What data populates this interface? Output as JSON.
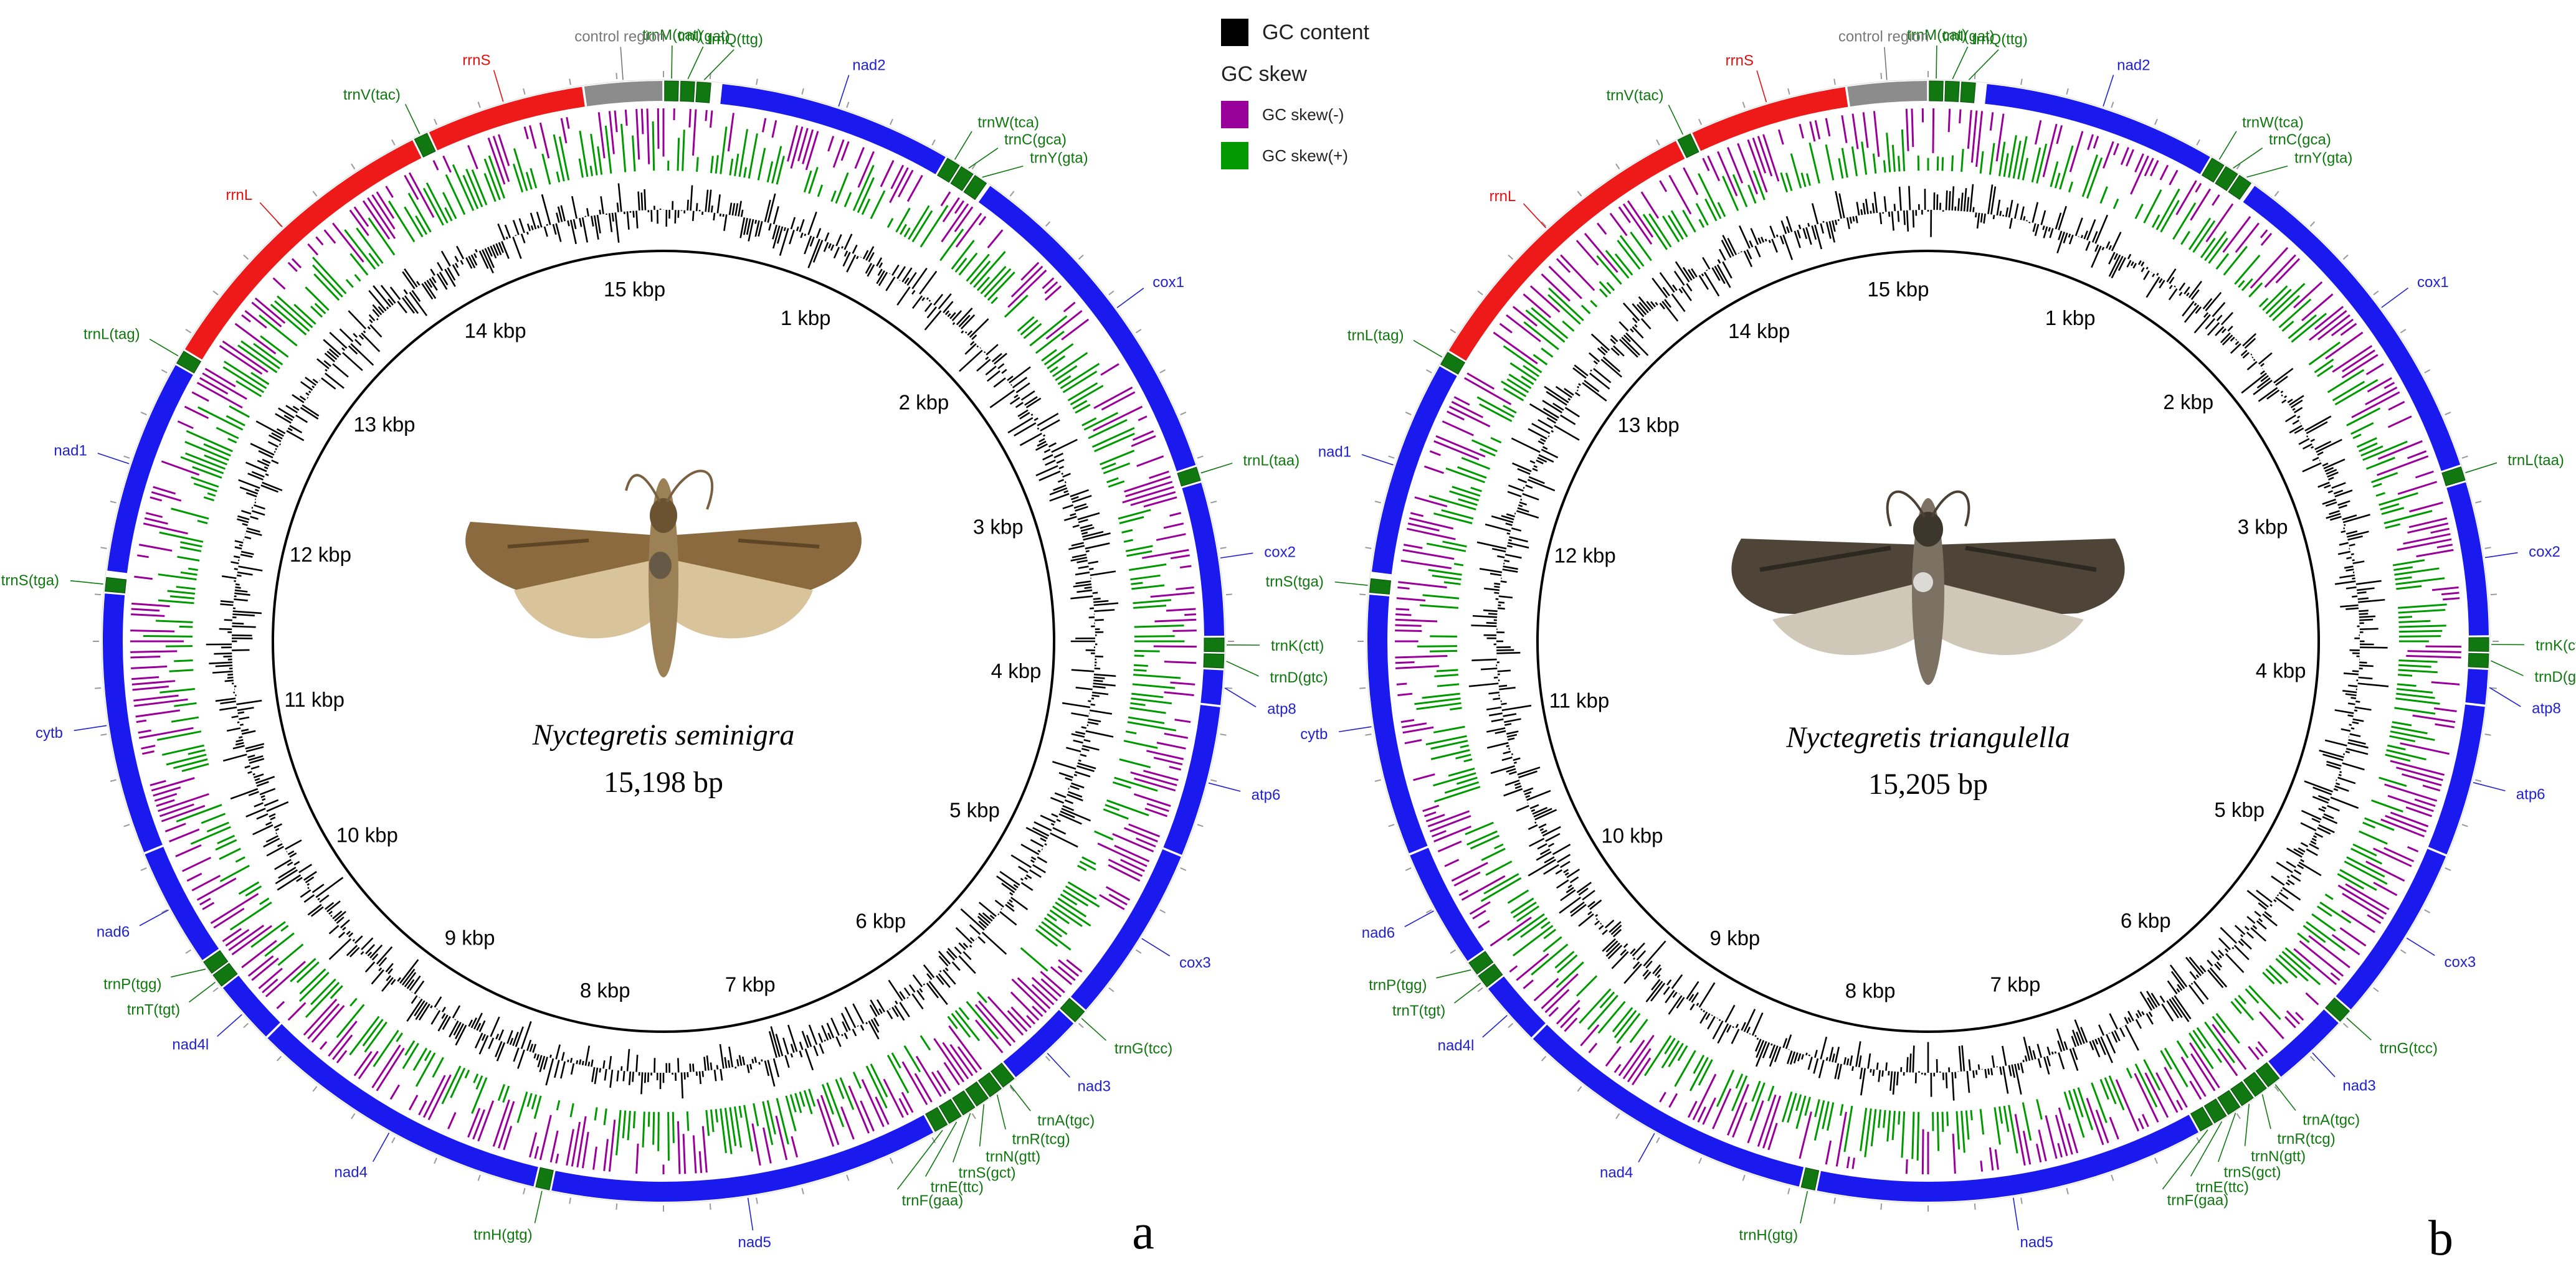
{
  "legend": {
    "gc_content_label": "GC content",
    "gc_skew_title": "GC skew",
    "skew_neg_label": "GC skew(-)",
    "skew_pos_label": "GC skew(+)"
  },
  "colors": {
    "gc_content": "#000000",
    "skew_neg": "#990099",
    "skew_pos": "#009900",
    "pcg": "#1a1aee",
    "rrna": "#ee1a1a",
    "trna": "#117711",
    "control_region": "#8c8c8c",
    "pcg_label": "#2222cc",
    "rrna_label": "#dd1111",
    "trna_label": "#117711",
    "control_label": "#777777"
  },
  "panels": [
    {
      "letter": "a",
      "species": "Nyctegretis seminigra",
      "size_label": "15,198 bp",
      "genome_length": 15198,
      "kbp_ticks": [
        "1 kbp",
        "2 kbp",
        "3 kbp",
        "4 kbp",
        "5 kbp",
        "6 kbp",
        "7 kbp",
        "8 kbp",
        "9 kbp",
        "10 kbp",
        "11 kbp",
        "12 kbp",
        "13 kbp",
        "14 kbp",
        "15 kbp"
      ],
      "features": [
        {
          "name": "trnM(cat)",
          "type": "trna",
          "start": 0,
          "end": 70
        },
        {
          "name": "trnI(gat)",
          "type": "trna",
          "start": 70,
          "end": 140
        },
        {
          "name": "trnQ(ttg)",
          "type": "trna",
          "start": 140,
          "end": 210
        },
        {
          "name": "nad2",
          "type": "pcg",
          "start": 250,
          "end": 1280
        },
        {
          "name": "trnW(tca)",
          "type": "trna",
          "start": 1280,
          "end": 1350
        },
        {
          "name": "trnC(gca)",
          "type": "trna",
          "start": 1350,
          "end": 1420
        },
        {
          "name": "trnY(gta)",
          "type": "trna",
          "start": 1420,
          "end": 1490
        },
        {
          "name": "cox1",
          "type": "pcg",
          "start": 1500,
          "end": 3030
        },
        {
          "name": "trnL(taa)",
          "type": "trna",
          "start": 3030,
          "end": 3100
        },
        {
          "name": "cox2",
          "type": "pcg",
          "start": 3100,
          "end": 3780
        },
        {
          "name": "trnK(ctt)",
          "type": "trna",
          "start": 3780,
          "end": 3850
        },
        {
          "name": "trnD(gtc)",
          "type": "trna",
          "start": 3850,
          "end": 3920
        },
        {
          "name": "atp8",
          "type": "pcg",
          "start": 3920,
          "end": 4080
        },
        {
          "name": "atp6",
          "type": "pcg",
          "start": 4080,
          "end": 4750
        },
        {
          "name": "cox3",
          "type": "pcg",
          "start": 4750,
          "end": 5540
        },
        {
          "name": "trnG(tcc)",
          "type": "trna",
          "start": 5540,
          "end": 5610
        },
        {
          "name": "nad3",
          "type": "pcg",
          "start": 5610,
          "end": 5960
        },
        {
          "name": "trnA(tgc)",
          "type": "trna",
          "start": 5960,
          "end": 6030
        },
        {
          "name": "trnR(tcg)",
          "type": "trna",
          "start": 6030,
          "end": 6100
        },
        {
          "name": "trnN(gtt)",
          "type": "trna",
          "start": 6100,
          "end": 6170
        },
        {
          "name": "trnS(gct)",
          "type": "trna",
          "start": 6170,
          "end": 6240
        },
        {
          "name": "trnE(ttc)",
          "type": "trna",
          "start": 6240,
          "end": 6310
        },
        {
          "name": "trnF(gaa)",
          "type": "trna",
          "start": 6310,
          "end": 6380
        },
        {
          "name": "nad5",
          "type": "pcg",
          "start": 6380,
          "end": 8090
        },
        {
          "name": "trnH(gtg)",
          "type": "trna",
          "start": 8090,
          "end": 8160
        },
        {
          "name": "nad4",
          "type": "pcg",
          "start": 8160,
          "end": 9500
        },
        {
          "name": "nad4l",
          "type": "pcg",
          "start": 9500,
          "end": 9790
        },
        {
          "name": "trnT(tgt)",
          "type": "trna",
          "start": 9790,
          "end": 9860
        },
        {
          "name": "trnP(tgg)",
          "type": "trna",
          "start": 9860,
          "end": 9930
        },
        {
          "name": "nad6",
          "type": "pcg",
          "start": 9930,
          "end": 10460
        },
        {
          "name": "cytb",
          "type": "pcg",
          "start": 10460,
          "end": 11610
        },
        {
          "name": "trnS(tga)",
          "type": "trna",
          "start": 11610,
          "end": 11680
        },
        {
          "name": "nad1",
          "type": "pcg",
          "start": 11700,
          "end": 12650
        },
        {
          "name": "trnL(tag)",
          "type": "trna",
          "start": 12650,
          "end": 12720
        },
        {
          "name": "rrnL",
          "type": "rrna",
          "start": 12720,
          "end": 14080
        },
        {
          "name": "trnV(tac)",
          "type": "trna",
          "start": 14080,
          "end": 14150
        },
        {
          "name": "rrnS",
          "type": "rrna",
          "start": 14150,
          "end": 14850
        },
        {
          "name": "control region",
          "type": "control",
          "start": 14850,
          "end": 15198
        }
      ]
    },
    {
      "letter": "b",
      "species": "Nyctegretis triangulella",
      "size_label": "15,205 bp",
      "genome_length": 15205,
      "kbp_ticks": [
        "1 kbp",
        "2 kbp",
        "3 kbp",
        "4 kbp",
        "5 kbp",
        "6 kbp",
        "7 kbp",
        "8 kbp",
        "9 kbp",
        "10 kbp",
        "11 kbp",
        "12 kbp",
        "13 kbp",
        "14 kbp",
        "15 kbp"
      ],
      "features": [
        {
          "name": "trnM(cat)",
          "type": "trna",
          "start": 0,
          "end": 70
        },
        {
          "name": "trnI(gat)",
          "type": "trna",
          "start": 70,
          "end": 140
        },
        {
          "name": "trnQ(ttg)",
          "type": "trna",
          "start": 140,
          "end": 210
        },
        {
          "name": "nad2",
          "type": "pcg",
          "start": 250,
          "end": 1280
        },
        {
          "name": "trnW(tca)",
          "type": "trna",
          "start": 1280,
          "end": 1350
        },
        {
          "name": "trnC(gca)",
          "type": "trna",
          "start": 1350,
          "end": 1420
        },
        {
          "name": "trnY(gta)",
          "type": "trna",
          "start": 1420,
          "end": 1490
        },
        {
          "name": "cox1",
          "type": "pcg",
          "start": 1500,
          "end": 3030
        },
        {
          "name": "trnL(taa)",
          "type": "trna",
          "start": 3030,
          "end": 3100
        },
        {
          "name": "cox2",
          "type": "pcg",
          "start": 3100,
          "end": 3780
        },
        {
          "name": "trnK(ctt)",
          "type": "trna",
          "start": 3780,
          "end": 3850
        },
        {
          "name": "trnD(gtc)",
          "type": "trna",
          "start": 3850,
          "end": 3920
        },
        {
          "name": "atp8",
          "type": "pcg",
          "start": 3920,
          "end": 4080
        },
        {
          "name": "atp6",
          "type": "pcg",
          "start": 4080,
          "end": 4750
        },
        {
          "name": "cox3",
          "type": "pcg",
          "start": 4750,
          "end": 5540
        },
        {
          "name": "trnG(tcc)",
          "type": "trna",
          "start": 5540,
          "end": 5610
        },
        {
          "name": "nad3",
          "type": "pcg",
          "start": 5610,
          "end": 5960
        },
        {
          "name": "trnA(tgc)",
          "type": "trna",
          "start": 5960,
          "end": 6030
        },
        {
          "name": "trnR(tcg)",
          "type": "trna",
          "start": 6030,
          "end": 6100
        },
        {
          "name": "trnN(gtt)",
          "type": "trna",
          "start": 6100,
          "end": 6170
        },
        {
          "name": "trnS(gct)",
          "type": "trna",
          "start": 6170,
          "end": 6240
        },
        {
          "name": "trnE(ttc)",
          "type": "trna",
          "start": 6240,
          "end": 6310
        },
        {
          "name": "trnF(gaa)",
          "type": "trna",
          "start": 6310,
          "end": 6380
        },
        {
          "name": "nad5",
          "type": "pcg",
          "start": 6380,
          "end": 8090
        },
        {
          "name": "trnH(gtg)",
          "type": "trna",
          "start": 8090,
          "end": 8160
        },
        {
          "name": "nad4",
          "type": "pcg",
          "start": 8160,
          "end": 9500
        },
        {
          "name": "nad4l",
          "type": "pcg",
          "start": 9500,
          "end": 9790
        },
        {
          "name": "trnT(tgt)",
          "type": "trna",
          "start": 9790,
          "end": 9860
        },
        {
          "name": "trnP(tgg)",
          "type": "trna",
          "start": 9860,
          "end": 9930
        },
        {
          "name": "nad6",
          "type": "pcg",
          "start": 9930,
          "end": 10460
        },
        {
          "name": "cytb",
          "type": "pcg",
          "start": 10460,
          "end": 11610
        },
        {
          "name": "trnS(tga)",
          "type": "trna",
          "start": 11610,
          "end": 11680
        },
        {
          "name": "nad1",
          "type": "pcg",
          "start": 11700,
          "end": 12650
        },
        {
          "name": "trnL(tag)",
          "type": "trna",
          "start": 12650,
          "end": 12720
        },
        {
          "name": "rrnL",
          "type": "rrna",
          "start": 12720,
          "end": 14080
        },
        {
          "name": "trnV(tac)",
          "type": "trna",
          "start": 14080,
          "end": 14150
        },
        {
          "name": "rrnS",
          "type": "rrna",
          "start": 14150,
          "end": 14850
        },
        {
          "name": "control region",
          "type": "control",
          "start": 14850,
          "end": 15205
        }
      ]
    }
  ]
}
